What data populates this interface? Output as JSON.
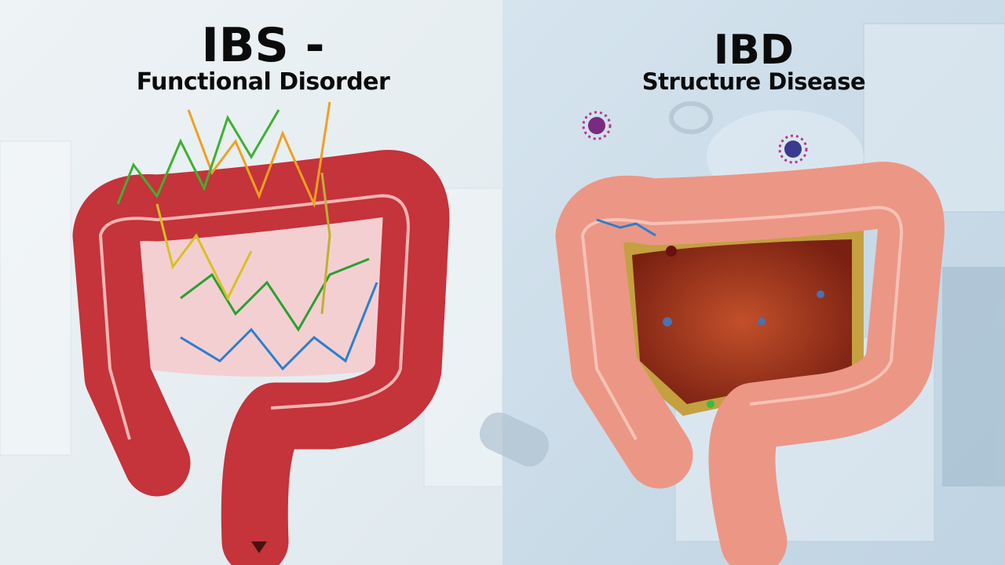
{
  "left_panel": {
    "title": "IBS -",
    "subtitle": "Functional Disorder",
    "colon_color": "#c5333b",
    "inner_color": "#f4cfd2"
  },
  "right_panel": {
    "title": "IBD",
    "subtitle": "Structure Disease",
    "colon_color": "#ec9686",
    "inflamed_color": "#8e2a17"
  },
  "icons": [
    "colon-illustration",
    "nerve-signal-arrows",
    "virus-icon",
    "lab-equipment"
  ]
}
